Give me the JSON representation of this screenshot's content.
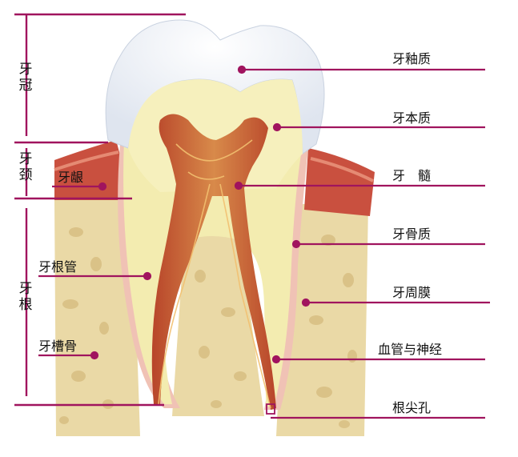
{
  "colors": {
    "leader": "#a0145e",
    "enamel": "#eef1f6",
    "dentin": "#f3ecb0",
    "pulp": "#c86a2e",
    "gum": "#c9503f",
    "bone": "#ead9a6",
    "bone_spot": "#d8be82"
  },
  "regions": {
    "crown": "牙冠",
    "neck": "牙颈",
    "root": "牙根"
  },
  "left_labels": {
    "gingiva": "牙龈",
    "root_canal": "牙根管",
    "alveolar_bone": "牙槽骨"
  },
  "right_labels": {
    "enamel": "牙釉质",
    "dentin": "牙本质",
    "pulp": "牙　髓",
    "cementum": "牙骨质",
    "periodontal": "牙周膜",
    "vessels_nerves": "血管与神经",
    "apical_foramen": "根尖孔"
  }
}
